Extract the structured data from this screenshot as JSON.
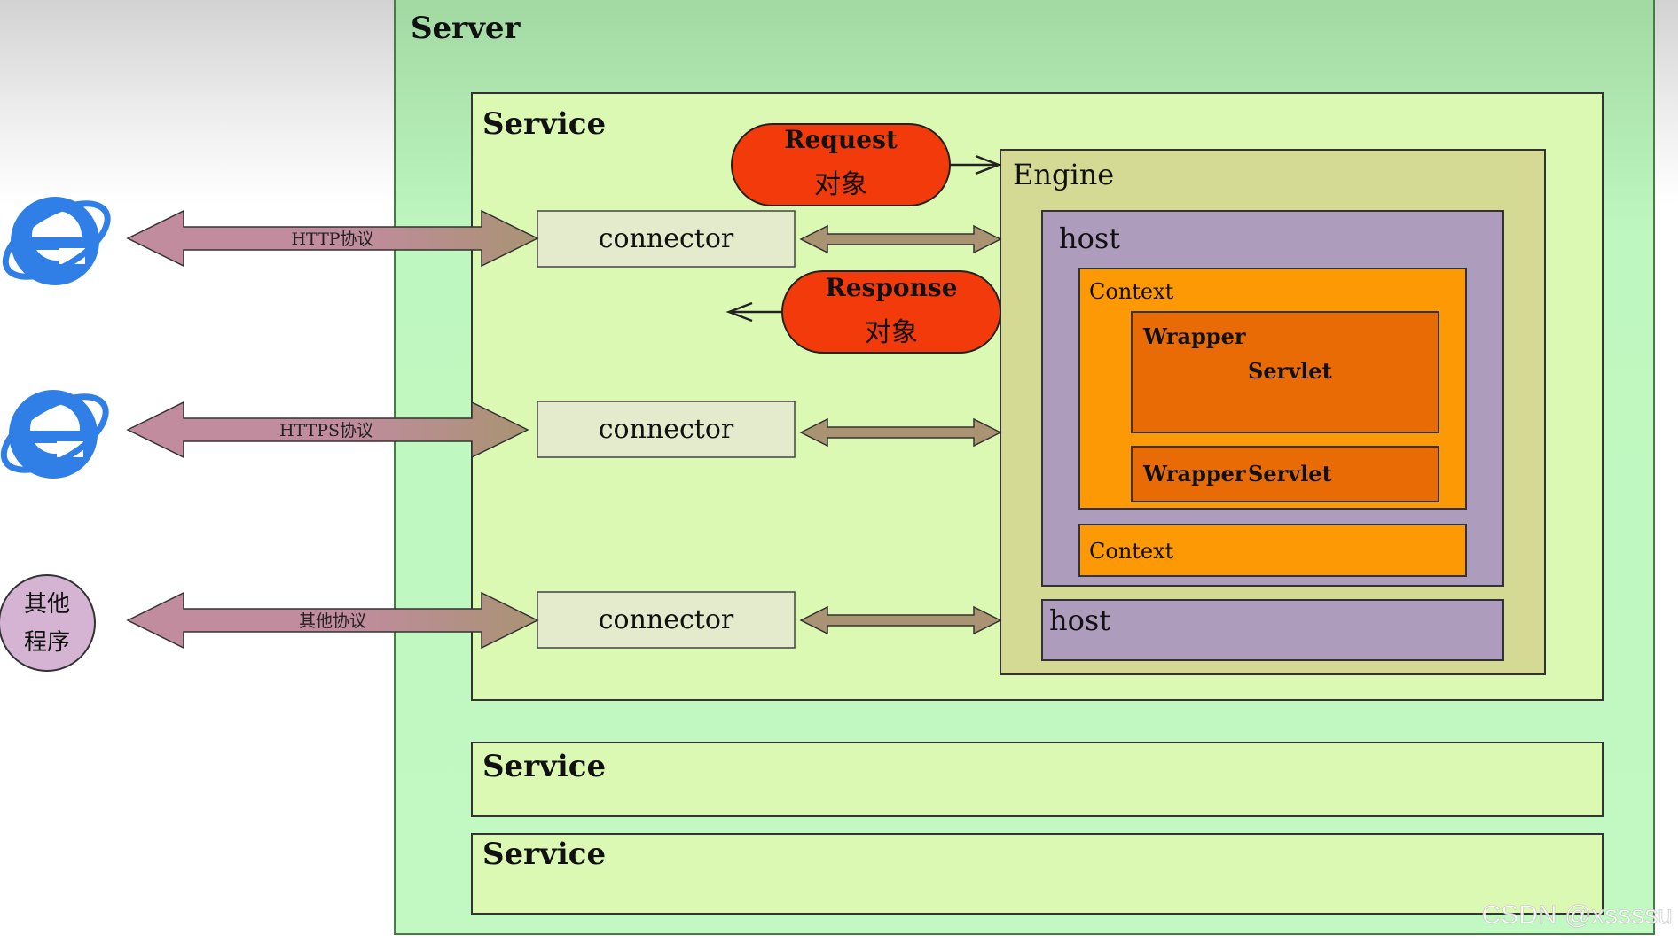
{
  "server": {
    "title": "Server"
  },
  "service_main": {
    "title": "Service"
  },
  "service_2": {
    "title": "Service"
  },
  "service_3": {
    "title": "Service"
  },
  "request": {
    "line1": "Request",
    "line2": "对象"
  },
  "response": {
    "line1": "Response",
    "line2": "对象"
  },
  "engine": {
    "title": "Engine"
  },
  "host_1": {
    "title": "host"
  },
  "host_2": {
    "title": "host"
  },
  "context_1": {
    "title": "Context"
  },
  "context_2": {
    "title": "Context"
  },
  "wrapper_1": {
    "label": "Wrapper",
    "servlet": "Servlet"
  },
  "wrapper_2": {
    "label": "Wrapper",
    "servlet": "Servlet"
  },
  "connectors": [
    {
      "label": "connector",
      "protocol": "HTTP协议"
    },
    {
      "label": "connector",
      "protocol": "HTTPS协议"
    },
    {
      "label": "connector",
      "protocol": "其他协议"
    }
  ],
  "other_client": {
    "line1": "其他",
    "line2": "程序"
  },
  "icons": [
    "ie-browser-icon",
    "ie-browser-icon"
  ],
  "colors": {
    "server_bg": "#bff7c0",
    "service_bg": "#dcf9b4",
    "engine_bg": "#d4d994",
    "host_bg": "#ae9cbc",
    "context_bg": "#fd9905",
    "wrapper_bg": "#e96b05",
    "request_bg": "#f33a0a",
    "arrow_color": "#b07e8c"
  },
  "watermark": "CSDN @xssssu"
}
